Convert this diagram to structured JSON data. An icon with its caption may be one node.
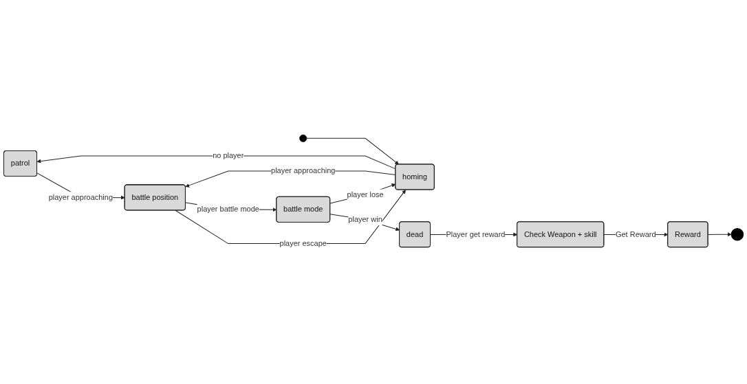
{
  "diagram": {
    "nodes": [
      {
        "text": [
          "patrol"
        ]
      },
      {
        "text": [],
        "shape": "circle"
      },
      {
        "text": [
          "homing"
        ]
      },
      {
        "text": [
          "battle position"
        ]
      },
      {
        "text": [
          "battle mode"
        ]
      },
      {
        "text": [
          "dead"
        ]
      },
      {
        "text": [
          "Check Weapon + skill"
        ]
      },
      {
        "text": [
          "Reward"
        ]
      },
      {
        "text": [],
        "shape": "circle"
      }
    ],
    "edges": [
      {
        "from": 1,
        "to": 2,
        "arrow": "to"
      },
      {
        "from": 2,
        "to": 0,
        "arrow": "to",
        "label": "no player"
      },
      {
        "from": 0,
        "to": 3,
        "arrow": "to",
        "label": "player approaching"
      },
      {
        "from": 2,
        "to": 3,
        "arrow": "to",
        "label": "player approaching"
      },
      {
        "from": 3,
        "to": 2,
        "arrow": "to",
        "label": "player escape"
      },
      {
        "from": 3,
        "to": 4,
        "arrow": "to",
        "label": "player battle mode"
      },
      {
        "from": 4,
        "to": 5,
        "arrow": "to",
        "label": "player win"
      },
      {
        "from": 4,
        "to": 2,
        "arrow": "to",
        "label": "player lose"
      },
      {
        "from": 5,
        "to": 6,
        "arrow": "to",
        "label": "Player get reward"
      },
      {
        "from": 6,
        "to": 7,
        "arrow": "to",
        "label": "Get Reward"
      },
      {
        "from": 7,
        "to": 8,
        "arrow": "to"
      }
    ]
  }
}
